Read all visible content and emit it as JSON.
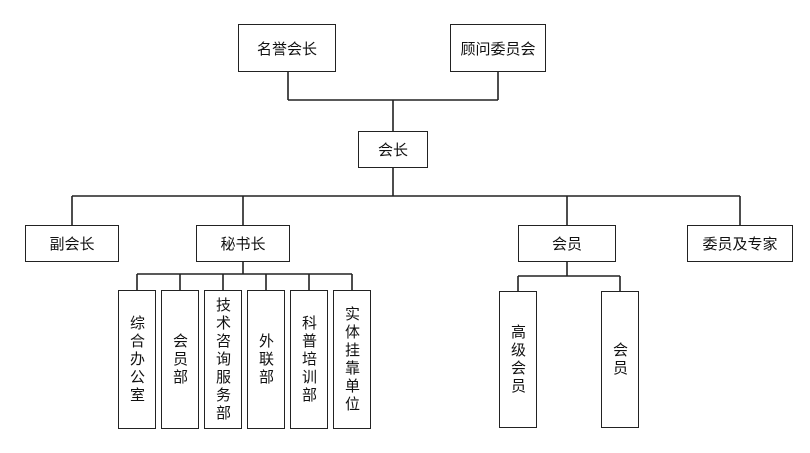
{
  "org_chart": {
    "honorary_president": "名誉会长",
    "advisory_committee": "顾问委员会",
    "president": "会长",
    "vice_president": "副会长",
    "secretary_general": "秘书长",
    "members": "会员",
    "committee_experts": "委员及专家",
    "secretariat_departments": [
      "综合办公室",
      "会员部",
      "技术咨询服务部",
      "外联部",
      "科普培训部",
      "实体挂靠单位"
    ],
    "member_types": [
      "高级会员",
      "会员"
    ]
  }
}
